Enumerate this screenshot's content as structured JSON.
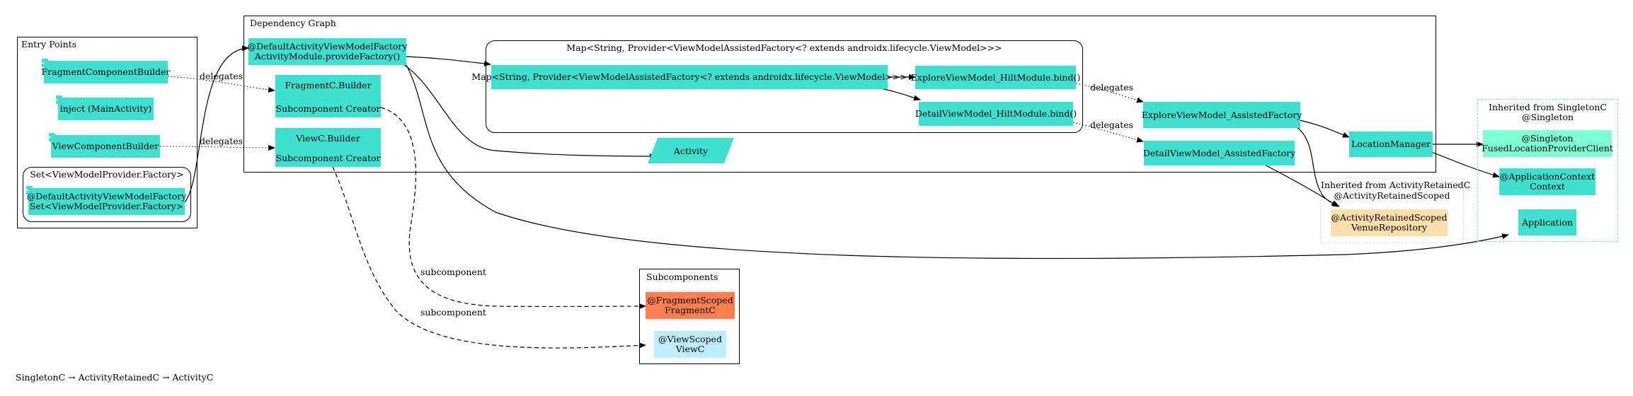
{
  "clusters": {
    "entry_points": "Entry Points",
    "dependency_graph": "Dependency Graph",
    "set_provider": "Set<ViewModelProvider.Factory>",
    "map_cluster": "Map<String, Provider<ViewModelAssistedFactory<? extends androidx.lifecycle.ViewModel>>>",
    "subcomponents": "Subcomponents",
    "activity_retained": [
      "Inherited from ActivityRetainedC",
      "@ActivityRetainedScoped"
    ],
    "singleton": [
      "Inherited from SingletonC",
      "@Singleton"
    ]
  },
  "nodes": {
    "fragment_component_builder": "FragmentComponentBuilder",
    "inject_main_activity": "inject (MainActivity)",
    "view_component_builder": "ViewComponentBuilder",
    "default_factory_set": [
      "@DefaultActivityViewModelFactory",
      "Set<ViewModelProvider.Factory>"
    ],
    "provide_factory": [
      "@DefaultActivityViewModelFactory",
      "ActivityModule.provideFactory()"
    ],
    "fragmentc_builder": [
      "FragmentC.Builder",
      "Subcomponent Creator"
    ],
    "viewc_builder": [
      "ViewC.Builder",
      "Subcomponent Creator"
    ],
    "map_node": "Map<String, Provider<ViewModelAssistedFactory<? extends androidx.lifecycle.ViewModel>>>",
    "explore_bind": "ExploreViewModel_HiltModule.bind()",
    "detail_bind": "DetailViewModel_HiltModule.bind()",
    "activity": "Activity",
    "explore_assisted": "ExploreViewModel_AssistedFactory",
    "detail_assisted": "DetailViewModel_AssistedFactory",
    "location_manager": "LocationManager",
    "venue_repository": [
      "@ActivityRetainedScoped",
      "VenueRepository"
    ],
    "fused_location": [
      "@Singleton",
      "FusedLocationProviderClient"
    ],
    "app_context": [
      "@ApplicationContext",
      "Context"
    ],
    "application": "Application",
    "fragmentc": [
      "@FragmentScoped",
      "FragmentC"
    ],
    "viewc": [
      "@ViewScoped",
      "ViewC"
    ]
  },
  "edge_labels": {
    "delegates_1": "delegates",
    "delegates_2": "delegates",
    "delegates_3": "delegates",
    "delegates_4": "delegates",
    "subcomponent_1": "subcomponent",
    "subcomponent_2": "subcomponent"
  },
  "legend": "SingletonC → ActivityRetainedC → ActivityC",
  "colors": {
    "teal": "#40e0d0",
    "aquamarine": "#7fffd4",
    "coral": "#ff7f50",
    "light_blue": "#bfefff",
    "navajo_white": "#ffdead"
  }
}
